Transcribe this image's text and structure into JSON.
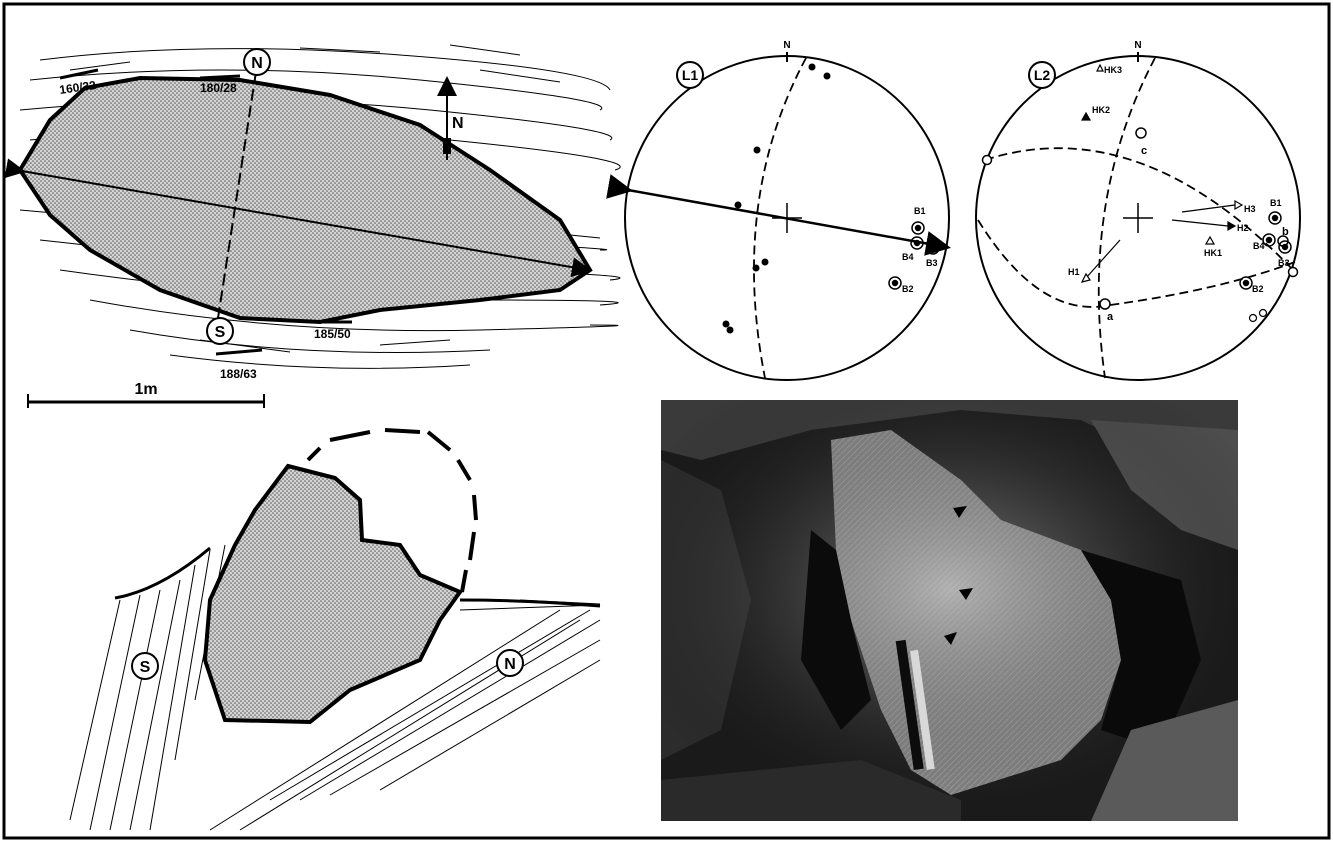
{
  "map_sketch": {
    "north_marker": "N",
    "south_marker": "S",
    "arrow_label": "N",
    "attitudes": [
      "160/32",
      "180/28",
      "188/63",
      "185/50"
    ],
    "scale_label": "1m"
  },
  "section_sketch": {
    "south_marker": "S",
    "north_marker": "N"
  },
  "stereonet_l1": {
    "title": "L1",
    "north": "N",
    "points": [
      "B1",
      "B4",
      "B3",
      "B2"
    ]
  },
  "stereonet_l2": {
    "title": "L2",
    "north": "N",
    "labels": [
      "HK3",
      "HK2",
      "c",
      "B1",
      "b",
      "H3",
      "H2",
      "B4",
      "B3",
      "HK1",
      "H1",
      "B2",
      "a"
    ]
  },
  "colors": {
    "ink": "#000000",
    "stipple": "#b8b8b8",
    "paper": "#ffffff"
  },
  "photo": {
    "arrow_markers": 3
  }
}
